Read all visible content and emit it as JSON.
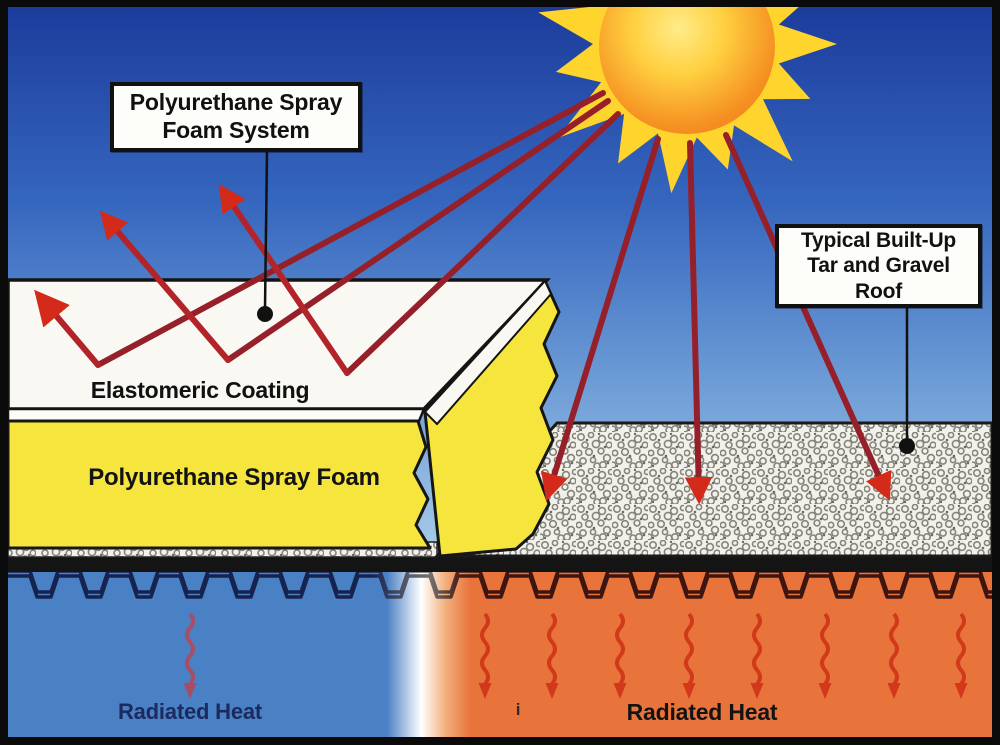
{
  "diagram": {
    "callouts": {
      "foam_system": "Polyurethane Spray\nFoam System",
      "tar_gravel": "Typical Built-Up\nTar and Gravel\nRoof"
    },
    "layer_labels": {
      "elastomeric_coating": "Elastomeric Coating",
      "polyurethane_spray_foam": "Polyurethane Spray Foam"
    },
    "heat_labels": {
      "left": "Radiated Heat",
      "right": "Radiated Heat"
    },
    "stray_mark": "i",
    "icons": {
      "sun": "sun-icon",
      "solar_rays": "solar-ray-arrows",
      "reflected_rays": "reflected-ray-arrows",
      "heat_squiggles": "radiated-heat-wavy-arrows"
    },
    "colors": {
      "sky_top": "#1c3c9c",
      "sky_bottom": "#a9cde8",
      "sun_core": "#ffec8a",
      "sun_edge": "#ee7d18",
      "sun_spikes": "#ffd42c",
      "ray_stroke": "#96202a",
      "arrowhead_red": "#d42a1a",
      "coating_white": "#f9f8f2",
      "foam_yellow": "#f6e53c",
      "gravel_gray": "#f1f0ea",
      "deck_black": "#141414",
      "interior_cool_blue": "#4a80c4",
      "interior_hot_orange": "#e8743c",
      "heat_arrow": "#d2391b",
      "heat_text_navy": "#1b2b5e"
    }
  }
}
